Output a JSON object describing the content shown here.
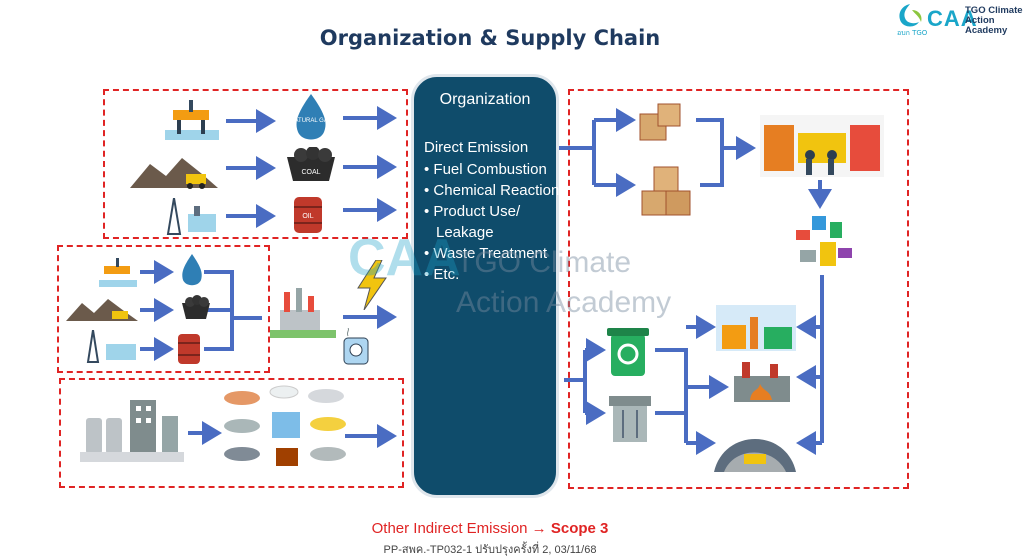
{
  "title": "Organization & Supply Chain",
  "logo": {
    "caa": "CAA",
    "tgo_line1": "TGO Climate",
    "tgo_line2": "Action Academy",
    "thai": "อบก TGO"
  },
  "organization": {
    "heading": "Organization",
    "subheading": "Direct Emission",
    "items": [
      "Fuel Combustion",
      "Chemical Reaction",
      "Product Use/ Leakage",
      "Waste Treatment",
      "Etc."
    ]
  },
  "icons": {
    "natural_gas_label": "NATURAL GAS",
    "coal_label": "COAL",
    "oil_label": "OIL"
  },
  "watermark": {
    "caa": "CAA",
    "line1": "TGO Climate",
    "line2": "Action Academy"
  },
  "footer": {
    "text": "Other Indirect Emission →",
    "scope": "Scope 3"
  },
  "doc_ref": "PP-สพค.-TP032-1    ปรับปรุงครั้งที่ 2, 03/11/68",
  "colors": {
    "title": "#1f3a5f",
    "organization_box": "#0f4c6b",
    "arrow": "#4a6cc2",
    "dashed_border": "#e02424"
  }
}
